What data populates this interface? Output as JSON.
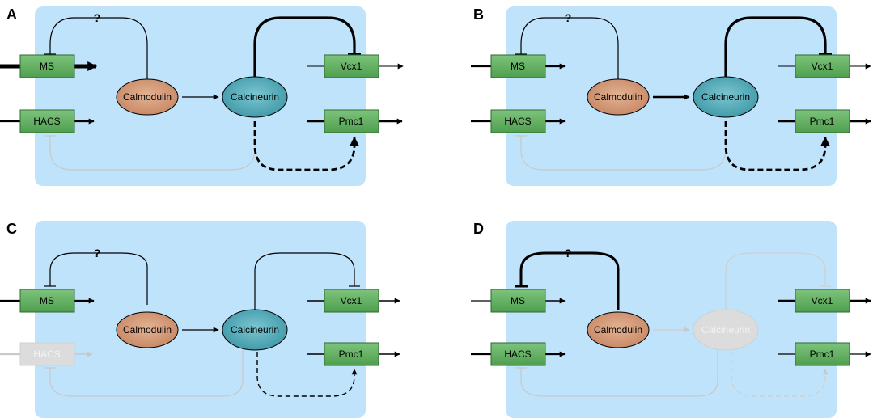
{
  "colors": {
    "background_panel": "#bfe3fb",
    "gene_box_fill": "#66b365",
    "gene_box_stroke": "#2c6b2c",
    "calmodulin_fill": "#cf9672",
    "calcineurin_fill": "#4da7b5",
    "faded": "#cfcfcf",
    "arrow": "#000000",
    "faded_arrow": "#c8c8c8"
  },
  "panels": [
    {
      "letter": "A",
      "question": "?",
      "ms_label": "MS",
      "hacs_label": "HACS",
      "calmodulin_label": "Calmodulin",
      "calcineurin_label": "Calcineurin",
      "vcx1_label": "Vcx1",
      "pmc1_label": "Pmc1",
      "hacs_faded": false,
      "calcineurin_faded": false
    },
    {
      "letter": "B",
      "question": "?",
      "ms_label": "MS",
      "hacs_label": "HACS",
      "calmodulin_label": "Calmodulin",
      "calcineurin_label": "Calcineurin",
      "vcx1_label": "Vcx1",
      "pmc1_label": "Pmc1",
      "hacs_faded": false,
      "calcineurin_faded": false
    },
    {
      "letter": "C",
      "question": "?",
      "ms_label": "MS",
      "hacs_label": "HACS",
      "calmodulin_label": "Calmodulin",
      "calcineurin_label": "Calcineurin",
      "vcx1_label": "Vcx1",
      "pmc1_label": "Pmc1",
      "hacs_faded": true,
      "calcineurin_faded": false
    },
    {
      "letter": "D",
      "question": "?",
      "ms_label": "MS",
      "hacs_label": "HACS",
      "calmodulin_label": "Calmodulin",
      "calcineurin_label": "Calcineurin",
      "vcx1_label": "Vcx1",
      "pmc1_label": "Pmc1",
      "hacs_faded": false,
      "calcineurin_faded": true
    }
  ]
}
